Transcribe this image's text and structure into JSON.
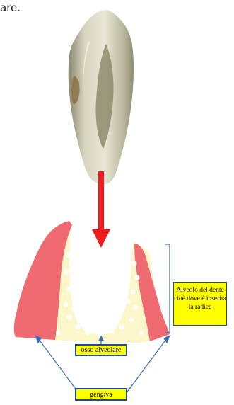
{
  "caption_fragment": "are.",
  "labels": {
    "alveolo": "Alveolo del dente cioè dove è inserita la radice",
    "osso": "osso alveolare",
    "gengiva": "gengiva"
  },
  "colors": {
    "gum": "#f06a72",
    "bone": "#fbf7c8",
    "label_fill": "#ffff00",
    "pointer_line": "#3a6fb5",
    "arrow": "#ee1c1c"
  }
}
